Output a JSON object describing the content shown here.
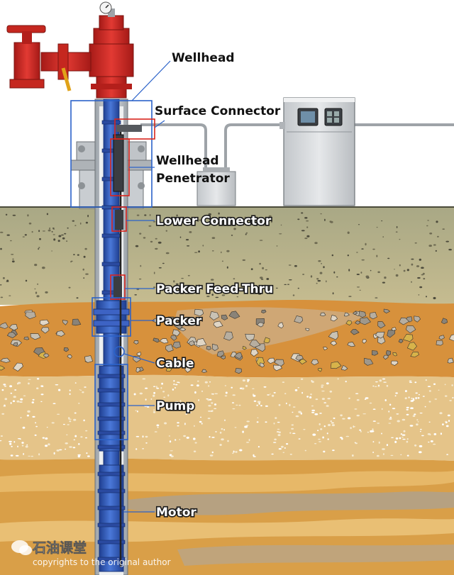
{
  "labels": {
    "wellhead": "Wellhead",
    "surface_connector": "Surface Connector",
    "wellhead_penetrator_line1": "Wellhead",
    "wellhead_penetrator_line2": "Penetrator",
    "lower_connector": "Lower Connector",
    "packer_feed_thru": "Packer Feed-Thru",
    "packer": "Packer",
    "cable": "Cable",
    "pump": "Pump",
    "motor": "Motor"
  },
  "watermark": {
    "brand": "石油课堂",
    "copyright": "copyrights to the original author"
  },
  "colors": {
    "sky": "#ffffff",
    "ground_top": "#b3b08a",
    "gravel": "#d9923a",
    "sand": "#e8c68a",
    "layered": "#d8a14b",
    "tubing": "#2f56b5",
    "wellhead_red": "#d22b26",
    "leader_blue": "#2b62c9",
    "callout_red": "#d9251d",
    "equipment_grey": "#d7dadd"
  }
}
